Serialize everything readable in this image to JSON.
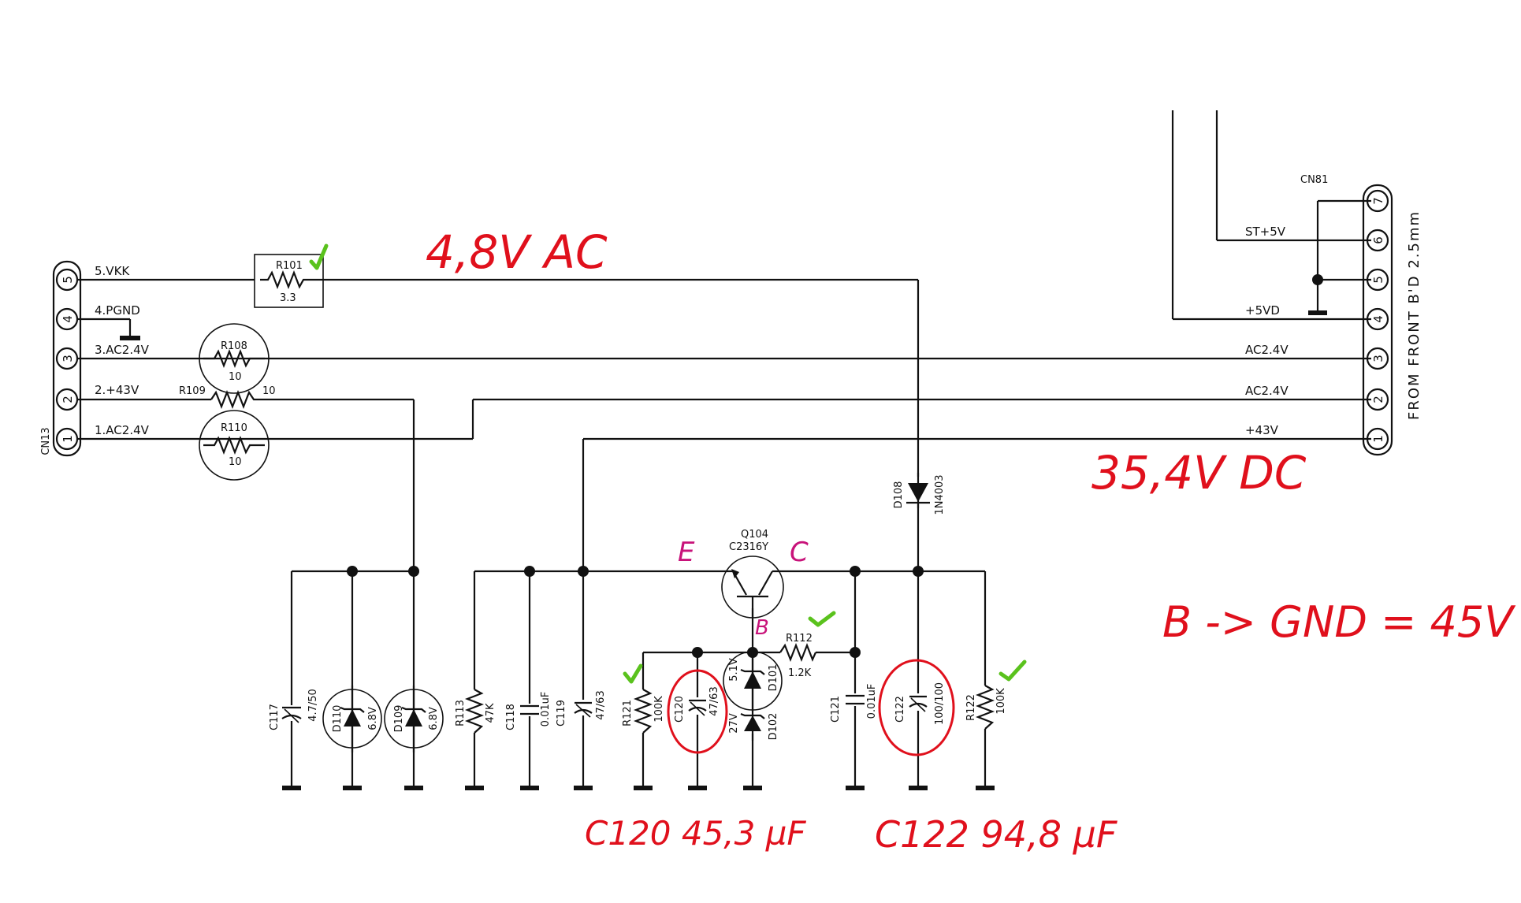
{
  "connector_left": {
    "ref": "CN13",
    "pins": [
      "5",
      "4",
      "3",
      "2",
      "1"
    ],
    "nets": [
      "5.VKK",
      "4.PGND",
      "3.AC2.4V",
      "2.+43V",
      "1.AC2.4V"
    ]
  },
  "connector_right": {
    "ref": "CN81",
    "pins": [
      "7",
      "6",
      "5",
      "4",
      "3",
      "2",
      "1"
    ],
    "nets": [
      "ST+5V",
      "+5VD",
      "AC2.4V",
      "AC2.4V",
      "+43V"
    ],
    "side_label": "FROM FRONT B'D 2.5mm"
  },
  "components": {
    "r101": {
      "ref": "R101",
      "value": "3.3"
    },
    "r108": {
      "ref": "R108",
      "value": "10"
    },
    "r109": {
      "ref": "R109",
      "value": "10"
    },
    "r110": {
      "ref": "R110",
      "value": "10"
    },
    "d108": {
      "ref": "D108",
      "value": "1N4003"
    },
    "q104": {
      "ref": "Q104",
      "value": "C2316Y"
    },
    "c117": {
      "ref": "C117",
      "value": "4.7/50"
    },
    "d110": {
      "ref": "D110",
      "value": "6.8V"
    },
    "d109": {
      "ref": "D109",
      "value": "6.8V"
    },
    "r113": {
      "ref": "R113",
      "value": "47K"
    },
    "c118": {
      "ref": "C118",
      "value": "0.01uF"
    },
    "c119": {
      "ref": "C119",
      "value": "47/63"
    },
    "r121": {
      "ref": "R121",
      "value": "100K"
    },
    "c120": {
      "ref": "C120",
      "value": "47/63"
    },
    "d101": {
      "ref": "D101",
      "value": "5.1V"
    },
    "d102": {
      "ref": "D102",
      "value": "27V"
    },
    "r112": {
      "ref": "R112",
      "value": "1.2K"
    },
    "c121": {
      "ref": "C121",
      "value": "0.01uF"
    },
    "c122": {
      "ref": "C122",
      "value": "100/100"
    },
    "r122": {
      "ref": "R122",
      "value": "100K"
    }
  },
  "annotations": {
    "vkk_ac": "4,8V AC",
    "dc_43": "35,4V DC",
    "emitter": "E",
    "collector": "C",
    "base": "B",
    "b_gnd": "B -> GND = 45V",
    "c120_meas": "C120 45,3 µF",
    "c122_meas": "C122 94,8 µF"
  },
  "colors": {
    "ink": "#111111",
    "red_annotation": "#e0101c",
    "magenta_annotation": "#c8137a",
    "check_green": "#5ac21d"
  }
}
